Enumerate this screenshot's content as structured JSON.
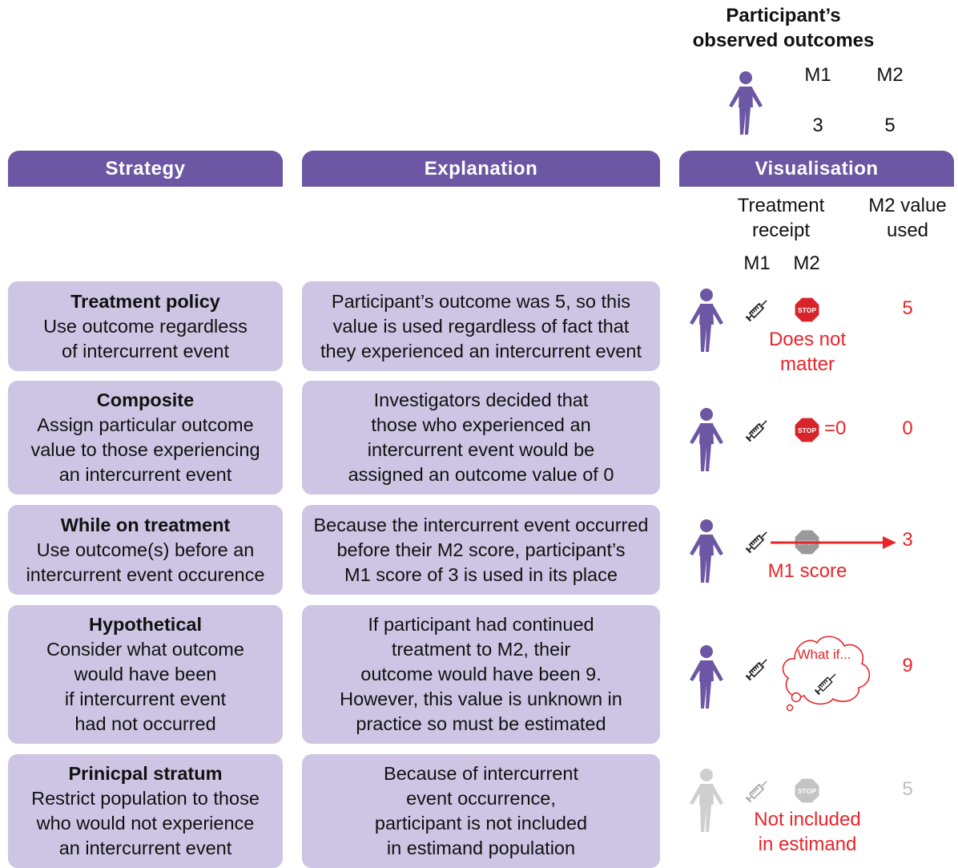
{
  "observed": {
    "title_line1": "Participant’s",
    "title_line2": "observed outcomes",
    "m1_label": "M1",
    "m2_label": "M2",
    "m1_value": "3",
    "m2_value": "5"
  },
  "headers": {
    "strategy": "Strategy",
    "explanation": "Explanation",
    "visualisation": "Visualisation"
  },
  "subheaders": {
    "treatment_receipt_line1": "Treatment",
    "treatment_receipt_line2": "receipt",
    "m2_value_used_line1": "M2 value",
    "m2_value_used_line2": "used",
    "m1": "M1",
    "m2": "M2"
  },
  "stop_text": "STOP",
  "rows": [
    {
      "title": "Treatment policy",
      "strategy_lines": [
        "Use outcome regardless",
        "of intercurrent event"
      ],
      "explanation_lines": [
        "Participant’s outcome was 5, so this",
        "value is used regardless of fact that",
        "they experienced an intercurrent event"
      ],
      "note_lines": [
        "Does not",
        "matter"
      ],
      "value": "5"
    },
    {
      "title": "Composite",
      "strategy_lines": [
        "Assign particular outcome",
        "value to those experiencing",
        "an intercurrent event"
      ],
      "explanation_lines": [
        "Investigators decided that",
        "those who experienced an",
        "intercurrent event would be",
        "assigned an outcome value of 0"
      ],
      "note_inline": "=0",
      "value": "0"
    },
    {
      "title": "While on treatment",
      "strategy_lines": [
        "Use outcome(s) before an",
        "intercurrent event occurence"
      ],
      "explanation_lines": [
        "Because the intercurrent event occurred",
        "before their M2 score, participant’s",
        "M1 score of 3 is used in its place"
      ],
      "note_lines": [
        "M1 score"
      ],
      "value": "3"
    },
    {
      "title": "Hypothetical",
      "strategy_lines": [
        "Consider what outcome",
        "would have been",
        "if intercurrent event",
        "had not occurred"
      ],
      "explanation_lines": [
        "If participant had continued",
        "treatment to M2, their",
        "outcome would have been 9.",
        "However, this value is unknown in",
        "practice so must be estimated"
      ],
      "cloud_text": "What if...",
      "value": "9"
    },
    {
      "title": "Prinicpal stratum",
      "strategy_lines": [
        "Restrict population to those",
        "who would not experience",
        "an intercurrent event"
      ],
      "explanation_lines": [
        "Because of intercurrent",
        "event occurrence,",
        "participant is not included",
        "in estimand population"
      ],
      "note_lines": [
        "Not included",
        "in estimand"
      ],
      "value": "5"
    }
  ],
  "colors": {
    "header_purple": "#6b57a3",
    "box_lavender": "#cdc5e3",
    "person_purple": "#6b57a3",
    "accent_red": "#e8252a",
    "stop_red": "#d8232a",
    "muted_grey": "#bdbdbd"
  }
}
